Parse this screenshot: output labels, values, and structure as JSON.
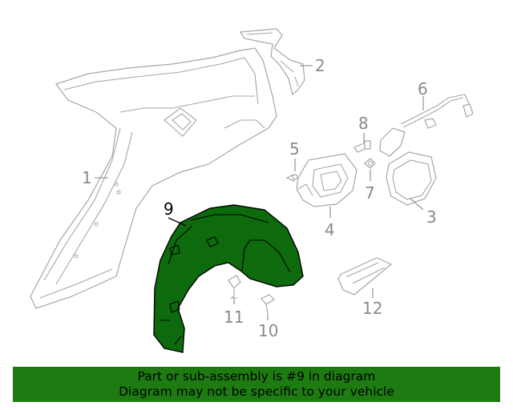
{
  "callouts": {
    "c1": "1",
    "c2": "2",
    "c3": "3",
    "c4": "4",
    "c5": "5",
    "c6": "6",
    "c7": "7",
    "c8": "8",
    "c9": "9",
    "c10": "10",
    "c11": "11",
    "c12": "12"
  },
  "highlight": {
    "part_number": "9",
    "fill_color": "#0d6b0d"
  },
  "banner": {
    "line1": "Part or sub-assembly is #9 in diagram",
    "line2": "Diagram may not be specific to your vehicle",
    "background_color": "#1e7b12"
  }
}
